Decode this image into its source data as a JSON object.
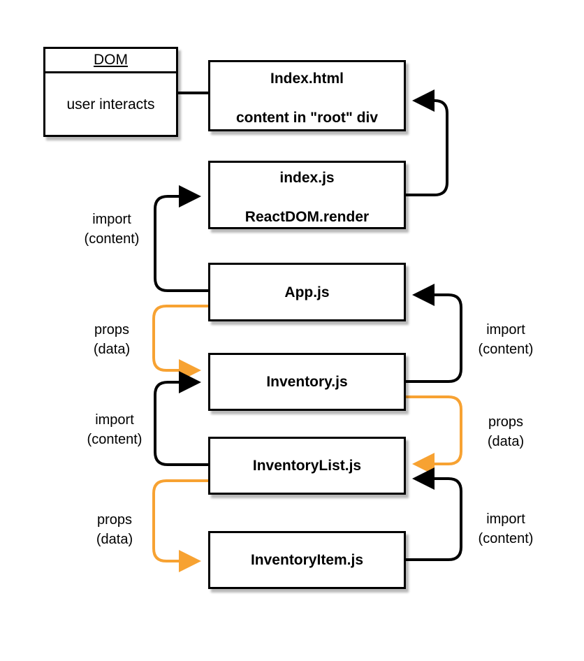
{
  "dom": {
    "title": "DOM",
    "body": "user interacts"
  },
  "boxes": {
    "index_html": {
      "line1": "Index.html",
      "line2": "content in \"root\" div"
    },
    "index_js": {
      "line1": "index.js",
      "line2": "ReactDOM.render"
    },
    "app_js": {
      "label": "App.js"
    },
    "inventory_js": {
      "label": "Inventory.js"
    },
    "inventory_list_js": {
      "label": "InventoryList.js"
    },
    "inventory_item_js": {
      "label": "InventoryItem.js"
    }
  },
  "edge_labels": {
    "import_content_1": {
      "line1": "import",
      "line2": "(content)"
    },
    "props_data_1": {
      "line1": "props",
      "line2": "(data)"
    },
    "import_content_2": {
      "line1": "import",
      "line2": "(content)"
    },
    "import_content_3": {
      "line1": "import",
      "line2": "(content)"
    },
    "props_data_2": {
      "line1": "props",
      "line2": "(data)"
    },
    "props_data_3": {
      "line1": "props",
      "line2": "(data)"
    },
    "import_content_4": {
      "line1": "import",
      "line2": "(content)"
    }
  },
  "colors": {
    "import_edge": "#000000",
    "props_edge": "#f7a232",
    "box_border": "#000000"
  }
}
